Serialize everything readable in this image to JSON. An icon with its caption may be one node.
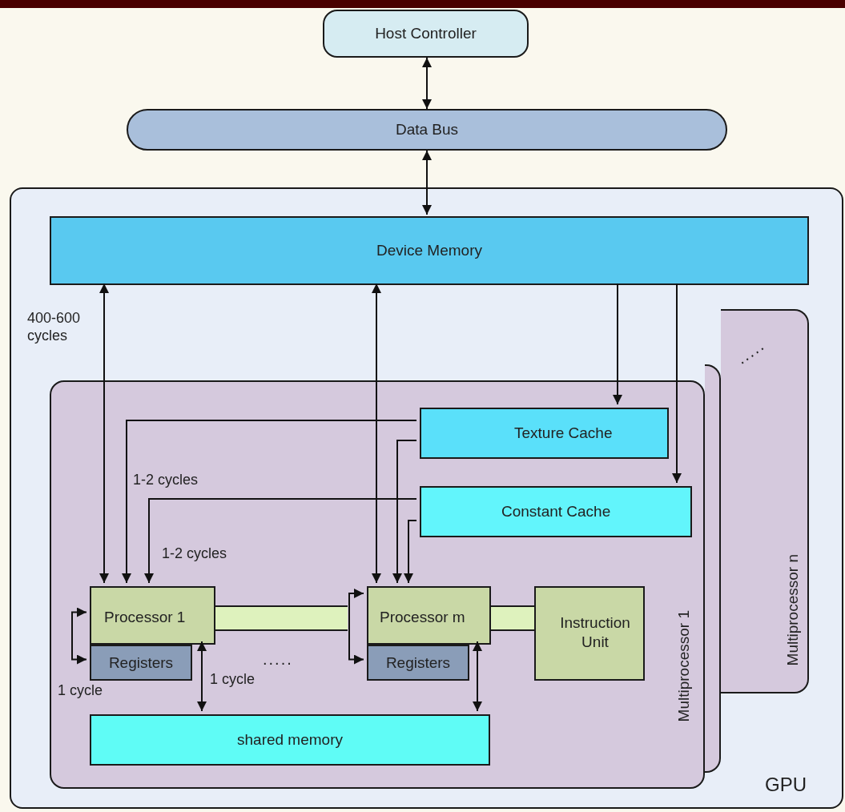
{
  "diagram": {
    "nodes": [
      {
        "text": [
          "Host Controller"
        ]
      },
      {
        "text": [
          "Data Bus"
        ]
      },
      {
        "text": [
          "GPU"
        ]
      },
      {
        "text": [
          "Device Memory"
        ],
        "in": 2
      },
      {
        "text": [
          "Multiprocessor n"
        ],
        "in": 2
      },
      {
        "text": [],
        "shape": "box",
        "in": 2
      },
      {
        "text": [
          "Multiprocessor 1"
        ],
        "in": 2
      },
      {
        "text": [
          "Texture Cache"
        ],
        "in": 6
      },
      {
        "text": [
          "Constant Cache"
        ],
        "in": 6
      },
      {
        "text": [
          "Processor 1"
        ],
        "in": 6
      },
      {
        "text": [
          "Registers"
        ],
        "in": 6
      },
      {
        "text": [
          "Processor m"
        ],
        "in": 6
      },
      {
        "text": [
          "Registers"
        ],
        "in": 6
      },
      {
        "text": [
          "Instruction Unit"
        ],
        "in": 6
      },
      {
        "text": [
          "shared memory"
        ],
        "in": 6
      },
      {
        "text": [],
        "shape": "bar",
        "in": 6
      },
      {
        "text": [],
        "shape": "bar",
        "in": 6
      }
    ],
    "edges": [
      {
        "from": 0,
        "to": 1,
        "arrow": "both"
      },
      {
        "from": 1,
        "to": 3,
        "arrow": "both"
      },
      {
        "from": 3,
        "to": 9,
        "arrow": "both",
        "label": "400-600 cycles"
      },
      {
        "from": 3,
        "to": 11,
        "arrow": "both"
      },
      {
        "from": 3,
        "to": 7,
        "arrow": "to"
      },
      {
        "from": 3,
        "to": 8,
        "arrow": "to"
      },
      {
        "from": 7,
        "to": 9,
        "arrow": "to",
        "label": "1-2 cycles"
      },
      {
        "from": 8,
        "to": 9,
        "arrow": "to",
        "label": "1-2 cycles"
      },
      {
        "from": 7,
        "to": 11,
        "arrow": "to"
      },
      {
        "from": 8,
        "to": 11,
        "arrow": "to"
      },
      {
        "from": 9,
        "to": 10,
        "arrow": "both",
        "label": "1 cycle"
      },
      {
        "from": 11,
        "to": 12,
        "arrow": "both"
      },
      {
        "from": 9,
        "to": 14,
        "arrow": "both",
        "label": "1 cycle"
      },
      {
        "from": 11,
        "to": 14,
        "arrow": "both"
      }
    ],
    "labels": [
      ".....",
      "....."
    ]
  }
}
